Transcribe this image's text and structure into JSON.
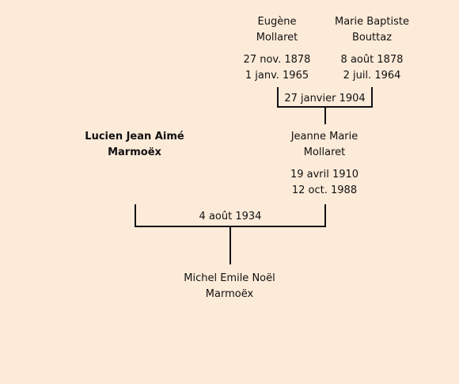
{
  "people": {
    "eugene": {
      "first_name": "Eugène",
      "last_name": "Mollaret",
      "birth": "27 nov. 1878",
      "death": "1 janv. 1965"
    },
    "marie_baptiste": {
      "first_name": "Marie Baptiste",
      "last_name": "Bouttaz",
      "birth": "8 août 1878",
      "death": "2 juil. 1964"
    },
    "lucien": {
      "first_name": "Lucien Jean Aimé",
      "last_name": "Marmoëx"
    },
    "jeanne": {
      "first_name": "Jeanne Marie",
      "last_name": "Mollaret",
      "birth": "19 avril 1910",
      "death": "12 oct. 1988"
    },
    "michel": {
      "first_name": "Michel Emile Noël",
      "last_name": "Marmoëx"
    }
  },
  "marriages": {
    "eugene_marie": "27 janvier 1904",
    "lucien_jeanne": "4 août 1934"
  }
}
